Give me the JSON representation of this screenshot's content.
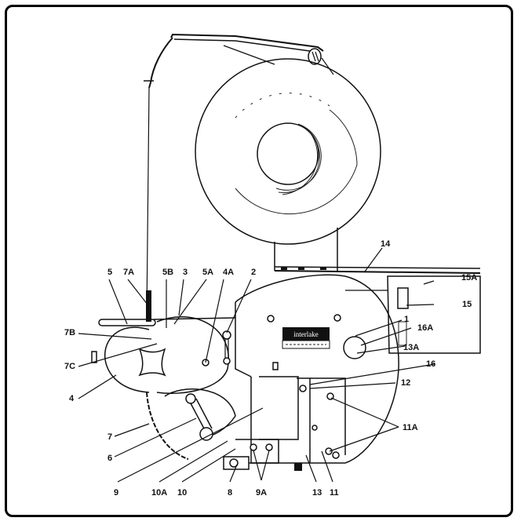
{
  "diagram": {
    "title": "Strapping machine tension/feed head assembly (exploded callout view)",
    "brand_plate_text": "interlake",
    "colors": {
      "line": "#111111",
      "background": "#ffffff",
      "frame": "#000000"
    },
    "callouts": [
      {
        "id": "c-5",
        "label": "5"
      },
      {
        "id": "c-7A",
        "label": "7A"
      },
      {
        "id": "c-5B",
        "label": "5B"
      },
      {
        "id": "c-3",
        "label": "3"
      },
      {
        "id": "c-5A",
        "label": "5A"
      },
      {
        "id": "c-4A",
        "label": "4A"
      },
      {
        "id": "c-2",
        "label": "2"
      },
      {
        "id": "c-14",
        "label": "14"
      },
      {
        "id": "c-15A",
        "label": "15A"
      },
      {
        "id": "c-15",
        "label": "15"
      },
      {
        "id": "c-1",
        "label": "1"
      },
      {
        "id": "c-16A",
        "label": "16A"
      },
      {
        "id": "c-13A",
        "label": "13A"
      },
      {
        "id": "c-16",
        "label": "16"
      },
      {
        "id": "c-12",
        "label": "12"
      },
      {
        "id": "c-11A",
        "label": "11A"
      },
      {
        "id": "c-7B",
        "label": "7B"
      },
      {
        "id": "c-7C",
        "label": "7C"
      },
      {
        "id": "c-4",
        "label": "4"
      },
      {
        "id": "c-7",
        "label": "7"
      },
      {
        "id": "c-6",
        "label": "6"
      },
      {
        "id": "c-9",
        "label": "9"
      },
      {
        "id": "c-10A",
        "label": "10A"
      },
      {
        "id": "c-10",
        "label": "10"
      },
      {
        "id": "c-8",
        "label": "8"
      },
      {
        "id": "c-9A",
        "label": "9A"
      },
      {
        "id": "c-13",
        "label": "13"
      },
      {
        "id": "c-11",
        "label": "11"
      }
    ]
  }
}
